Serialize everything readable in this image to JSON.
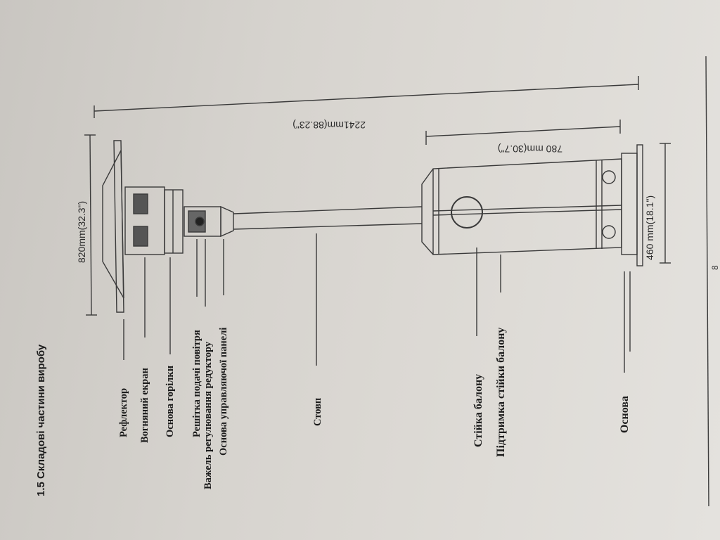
{
  "section": {
    "heading": "1.5 Складові частини виробу",
    "page_number": "8"
  },
  "labels": {
    "reflector": "Рефлектор",
    "fire_screen": "Вогняний екран",
    "burner_base": "Основа горілки",
    "air_grille": "Решітка подачі повітря",
    "regulator_lever": "Важель регулювання редуктору",
    "control_panel_base": "Основа управляючої панелі",
    "pole": "Стовп",
    "cylinder_stand": "Стійка балону",
    "cylinder_stand_support": "Підтримка стійки балону",
    "base": "Основа"
  },
  "dimensions": {
    "height_total": "2241mm(88.23\")",
    "reflector_diameter": "820mm(32.3\")",
    "stand_height": "780 mm(30.7\")",
    "base_diameter": "460 mm(18.1\")"
  }
}
